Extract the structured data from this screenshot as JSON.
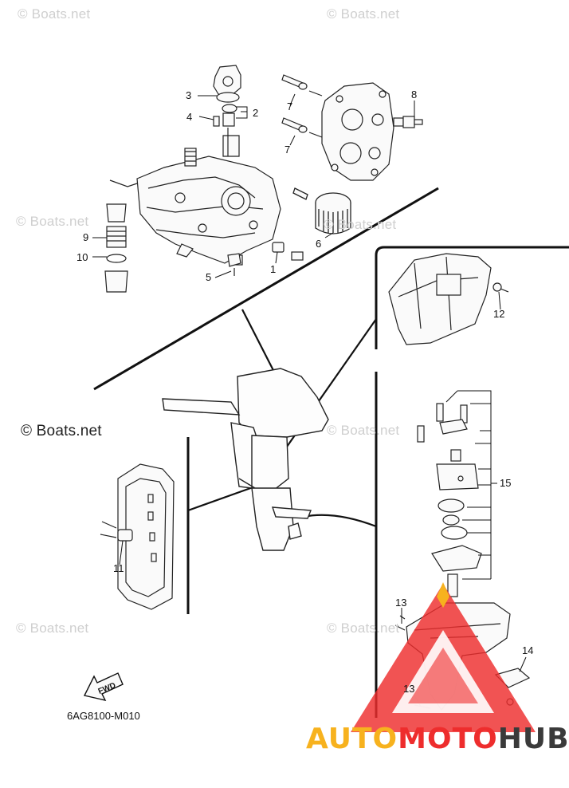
{
  "watermark": "© Boats.net",
  "watermark_main": "© Boats.net",
  "callouts": {
    "c1": "1",
    "c2": "2",
    "c3": "3",
    "c4": "4",
    "c5": "5",
    "c6": "6",
    "c7a": "7",
    "c7b": "7",
    "c8": "8",
    "c9": "9",
    "c10": "10",
    "c11": "11",
    "c12": "12",
    "c13a": "13",
    "c13b": "13",
    "c14": "14",
    "c15": "15"
  },
  "fwd_label": "FWD",
  "part_code": "6AG8100-M010",
  "brand": {
    "part1": "AUTO",
    "part2": "MOTO",
    "part3": "HUB"
  },
  "colors": {
    "line": "#1a1a1a",
    "logo_red": "#ee2d2d",
    "logo_orange": "#f7b21e",
    "logo_dark": "#3a3a3a"
  }
}
